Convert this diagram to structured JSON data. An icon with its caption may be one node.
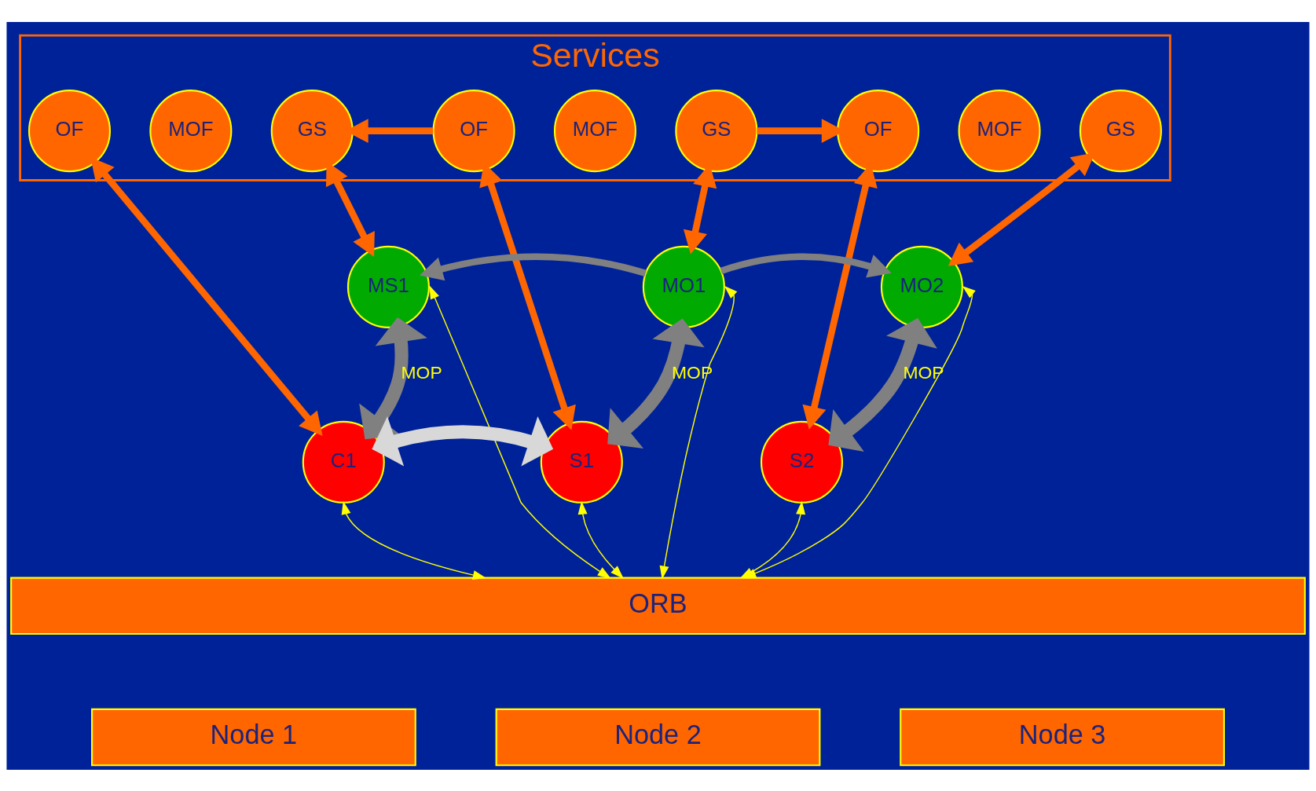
{
  "diagram": {
    "nodes": [
      {
        "text": [
          "Services"
        ]
      },
      {
        "text": [
          "OF"
        ],
        "in": 0
      },
      {
        "text": [
          "MOF"
        ],
        "in": 0
      },
      {
        "text": [
          "GS"
        ],
        "in": 0
      },
      {
        "text": [
          "OF"
        ],
        "in": 0
      },
      {
        "text": [
          "MOF"
        ],
        "in": 0
      },
      {
        "text": [
          "GS"
        ],
        "in": 0
      },
      {
        "text": [
          "OF"
        ],
        "in": 0
      },
      {
        "text": [
          "MOF"
        ],
        "in": 0
      },
      {
        "text": [
          "GS"
        ],
        "in": 0
      },
      {
        "text": [
          "MS1"
        ]
      },
      {
        "text": [
          "MO1"
        ]
      },
      {
        "text": [
          "MO2"
        ]
      },
      {
        "text": [
          "C1"
        ]
      },
      {
        "text": [
          "S1"
        ]
      },
      {
        "text": [
          "S2"
        ]
      },
      {
        "text": [
          "ORB"
        ]
      },
      {
        "text": [
          "Node 1"
        ]
      },
      {
        "text": [
          "Node 2"
        ]
      },
      {
        "text": [
          "Node 3"
        ]
      }
    ],
    "edges": [
      {
        "from": 4,
        "to": 3,
        "arrow": "to"
      },
      {
        "from": 6,
        "to": 7,
        "arrow": "to"
      },
      {
        "from": 1,
        "to": 13,
        "arrow": "both"
      },
      {
        "from": 3,
        "to": 10,
        "arrow": "both"
      },
      {
        "from": 4,
        "to": 14,
        "arrow": "both"
      },
      {
        "from": 6,
        "to": 11,
        "arrow": "both"
      },
      {
        "from": 7,
        "to": 15,
        "arrow": "both"
      },
      {
        "from": 9,
        "to": 12,
        "arrow": "both"
      },
      {
        "from": 11,
        "to": 10,
        "arrow": "to",
        "color": "#808080"
      },
      {
        "from": 11,
        "to": 12,
        "arrow": "to",
        "color": "#808080"
      },
      {
        "from": 13,
        "to": 10,
        "arrow": "both",
        "label": "MOP",
        "style": "thick",
        "color": "#808080"
      },
      {
        "from": 14,
        "to": 11,
        "arrow": "both",
        "label": "MOP",
        "style": "thick",
        "color": "#808080"
      },
      {
        "from": 15,
        "to": 12,
        "arrow": "both",
        "label": "MOP",
        "style": "thick",
        "color": "#808080"
      },
      {
        "from": 13,
        "to": 14,
        "arrow": "both",
        "style": "thick",
        "color": "#d8d8d8"
      },
      {
        "from": 13,
        "to": 16,
        "arrow": "both",
        "color": "#ffff00"
      },
      {
        "from": 10,
        "to": 16,
        "arrow": "both",
        "color": "#ffff00"
      },
      {
        "from": 14,
        "to": 16,
        "arrow": "both",
        "color": "#ffff00"
      },
      {
        "from": 11,
        "to": 16,
        "arrow": "both",
        "color": "#ffff00"
      },
      {
        "from": 15,
        "to": 16,
        "arrow": "both",
        "color": "#ffff00"
      },
      {
        "from": 12,
        "to": 16,
        "arrow": "both",
        "color": "#ffff00"
      }
    ]
  }
}
